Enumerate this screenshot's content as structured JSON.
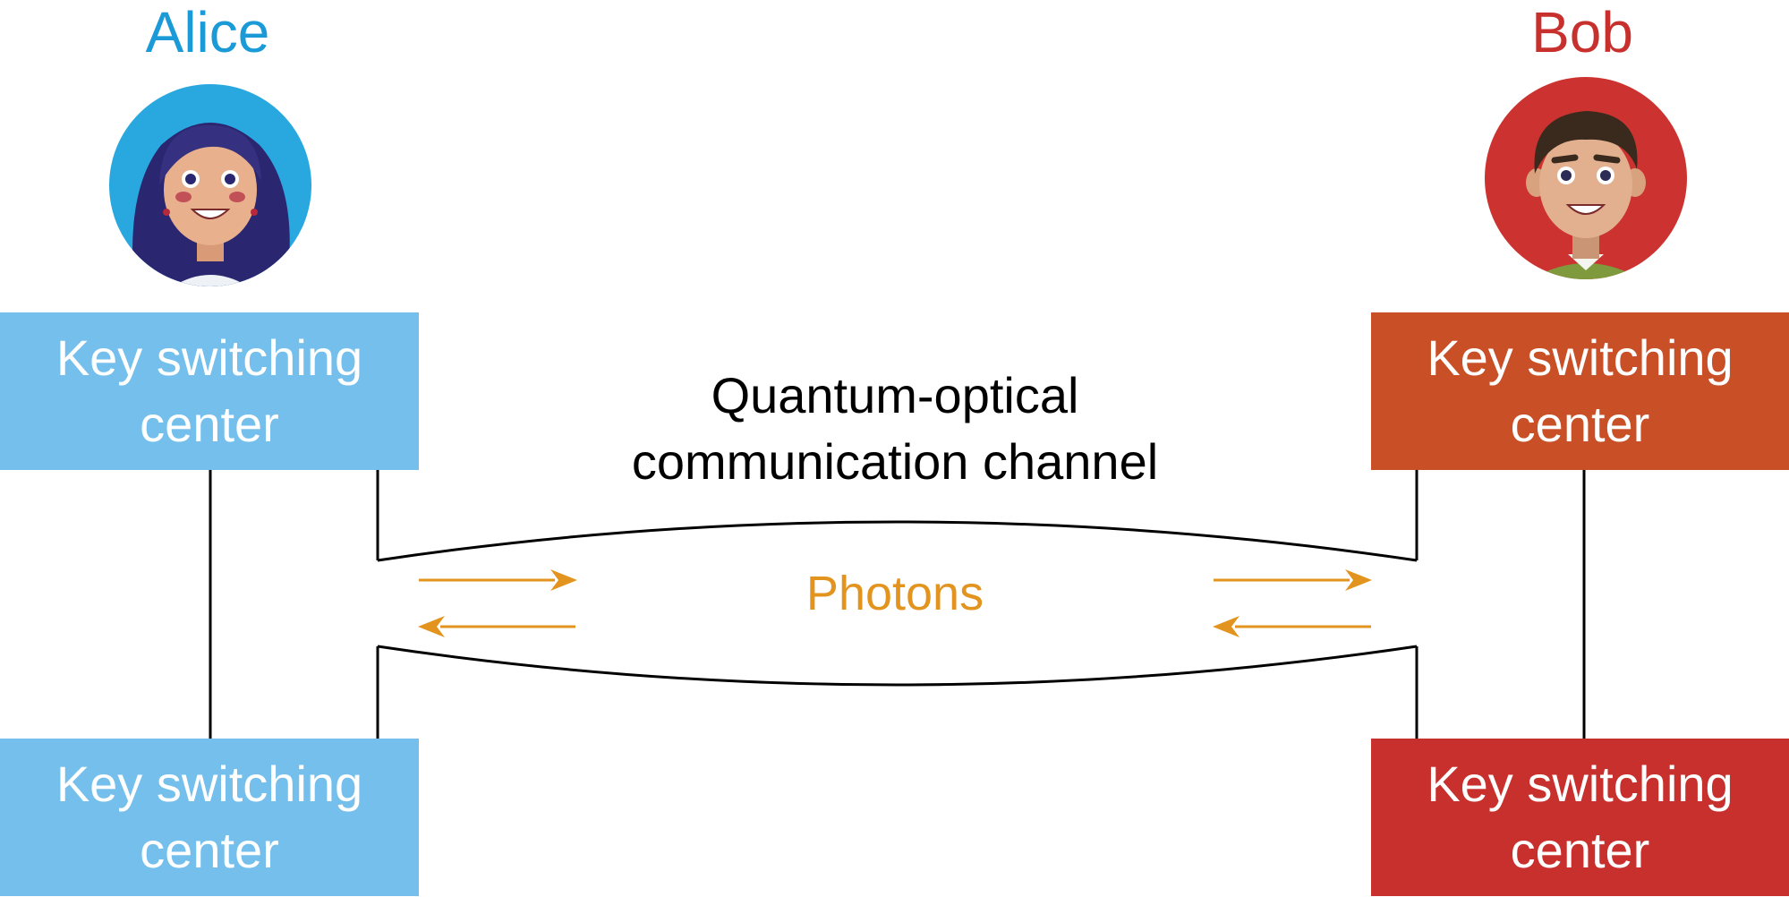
{
  "alice": {
    "name": "Alice",
    "name_color": "#1a9ad6",
    "avatar_bg": "#29a8e0",
    "box_color": "#75bfec",
    "top_box": {
      "line1": "Key switching",
      "line2": "center"
    },
    "bottom_box": {
      "line1": "Key switching",
      "line2": "center"
    }
  },
  "bob": {
    "name": "Bob",
    "name_color": "#c8302d",
    "avatar_bg": "#cc3330",
    "top_box_color": "#c94f27",
    "bottom_box_color": "#c8302d",
    "top_box": {
      "line1": "Key switching",
      "line2": "center"
    },
    "bottom_box": {
      "line1": "Key switching",
      "line2": "center"
    }
  },
  "channel": {
    "line1": "Quantum-optical",
    "line2": "communication channel",
    "photons_label": "Photons",
    "photons_color": "#e2941f"
  }
}
